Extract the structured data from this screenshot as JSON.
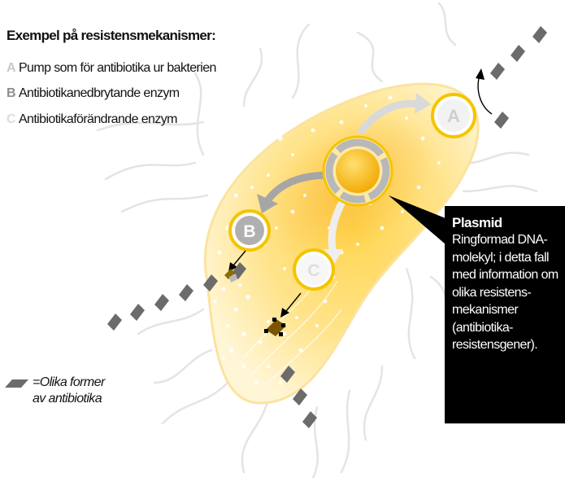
{
  "legend": {
    "title": "Exempel på resistensmekanismer:",
    "items": [
      {
        "letter": "A",
        "text": "Pump som för antibiotika ur bakterien",
        "color": "#c9c9c9"
      },
      {
        "letter": "B",
        "text": "Antibiotikanedbrytande enzym",
        "color": "#8e8e8e"
      },
      {
        "letter": "C",
        "text": "Antibiotikaförändrande enzym",
        "color": "#dcdcdc"
      }
    ]
  },
  "diagram": {
    "label_a": "A",
    "label_b": "B",
    "label_c": "C"
  },
  "plasmid": {
    "title": "Plasmid",
    "description": "Ringformad DNA-molekyl; i detta fall med information om olika resistens-mekanismer (antibiotika-resistensgener)."
  },
  "antibiotic_key": {
    "text": "=Olika former av antibiotika"
  },
  "colors": {
    "bacterium": "#fcd24a",
    "plasmid_core": "#f5b800",
    "antibiotic": "#6b6b6b",
    "callout": "#000000"
  }
}
